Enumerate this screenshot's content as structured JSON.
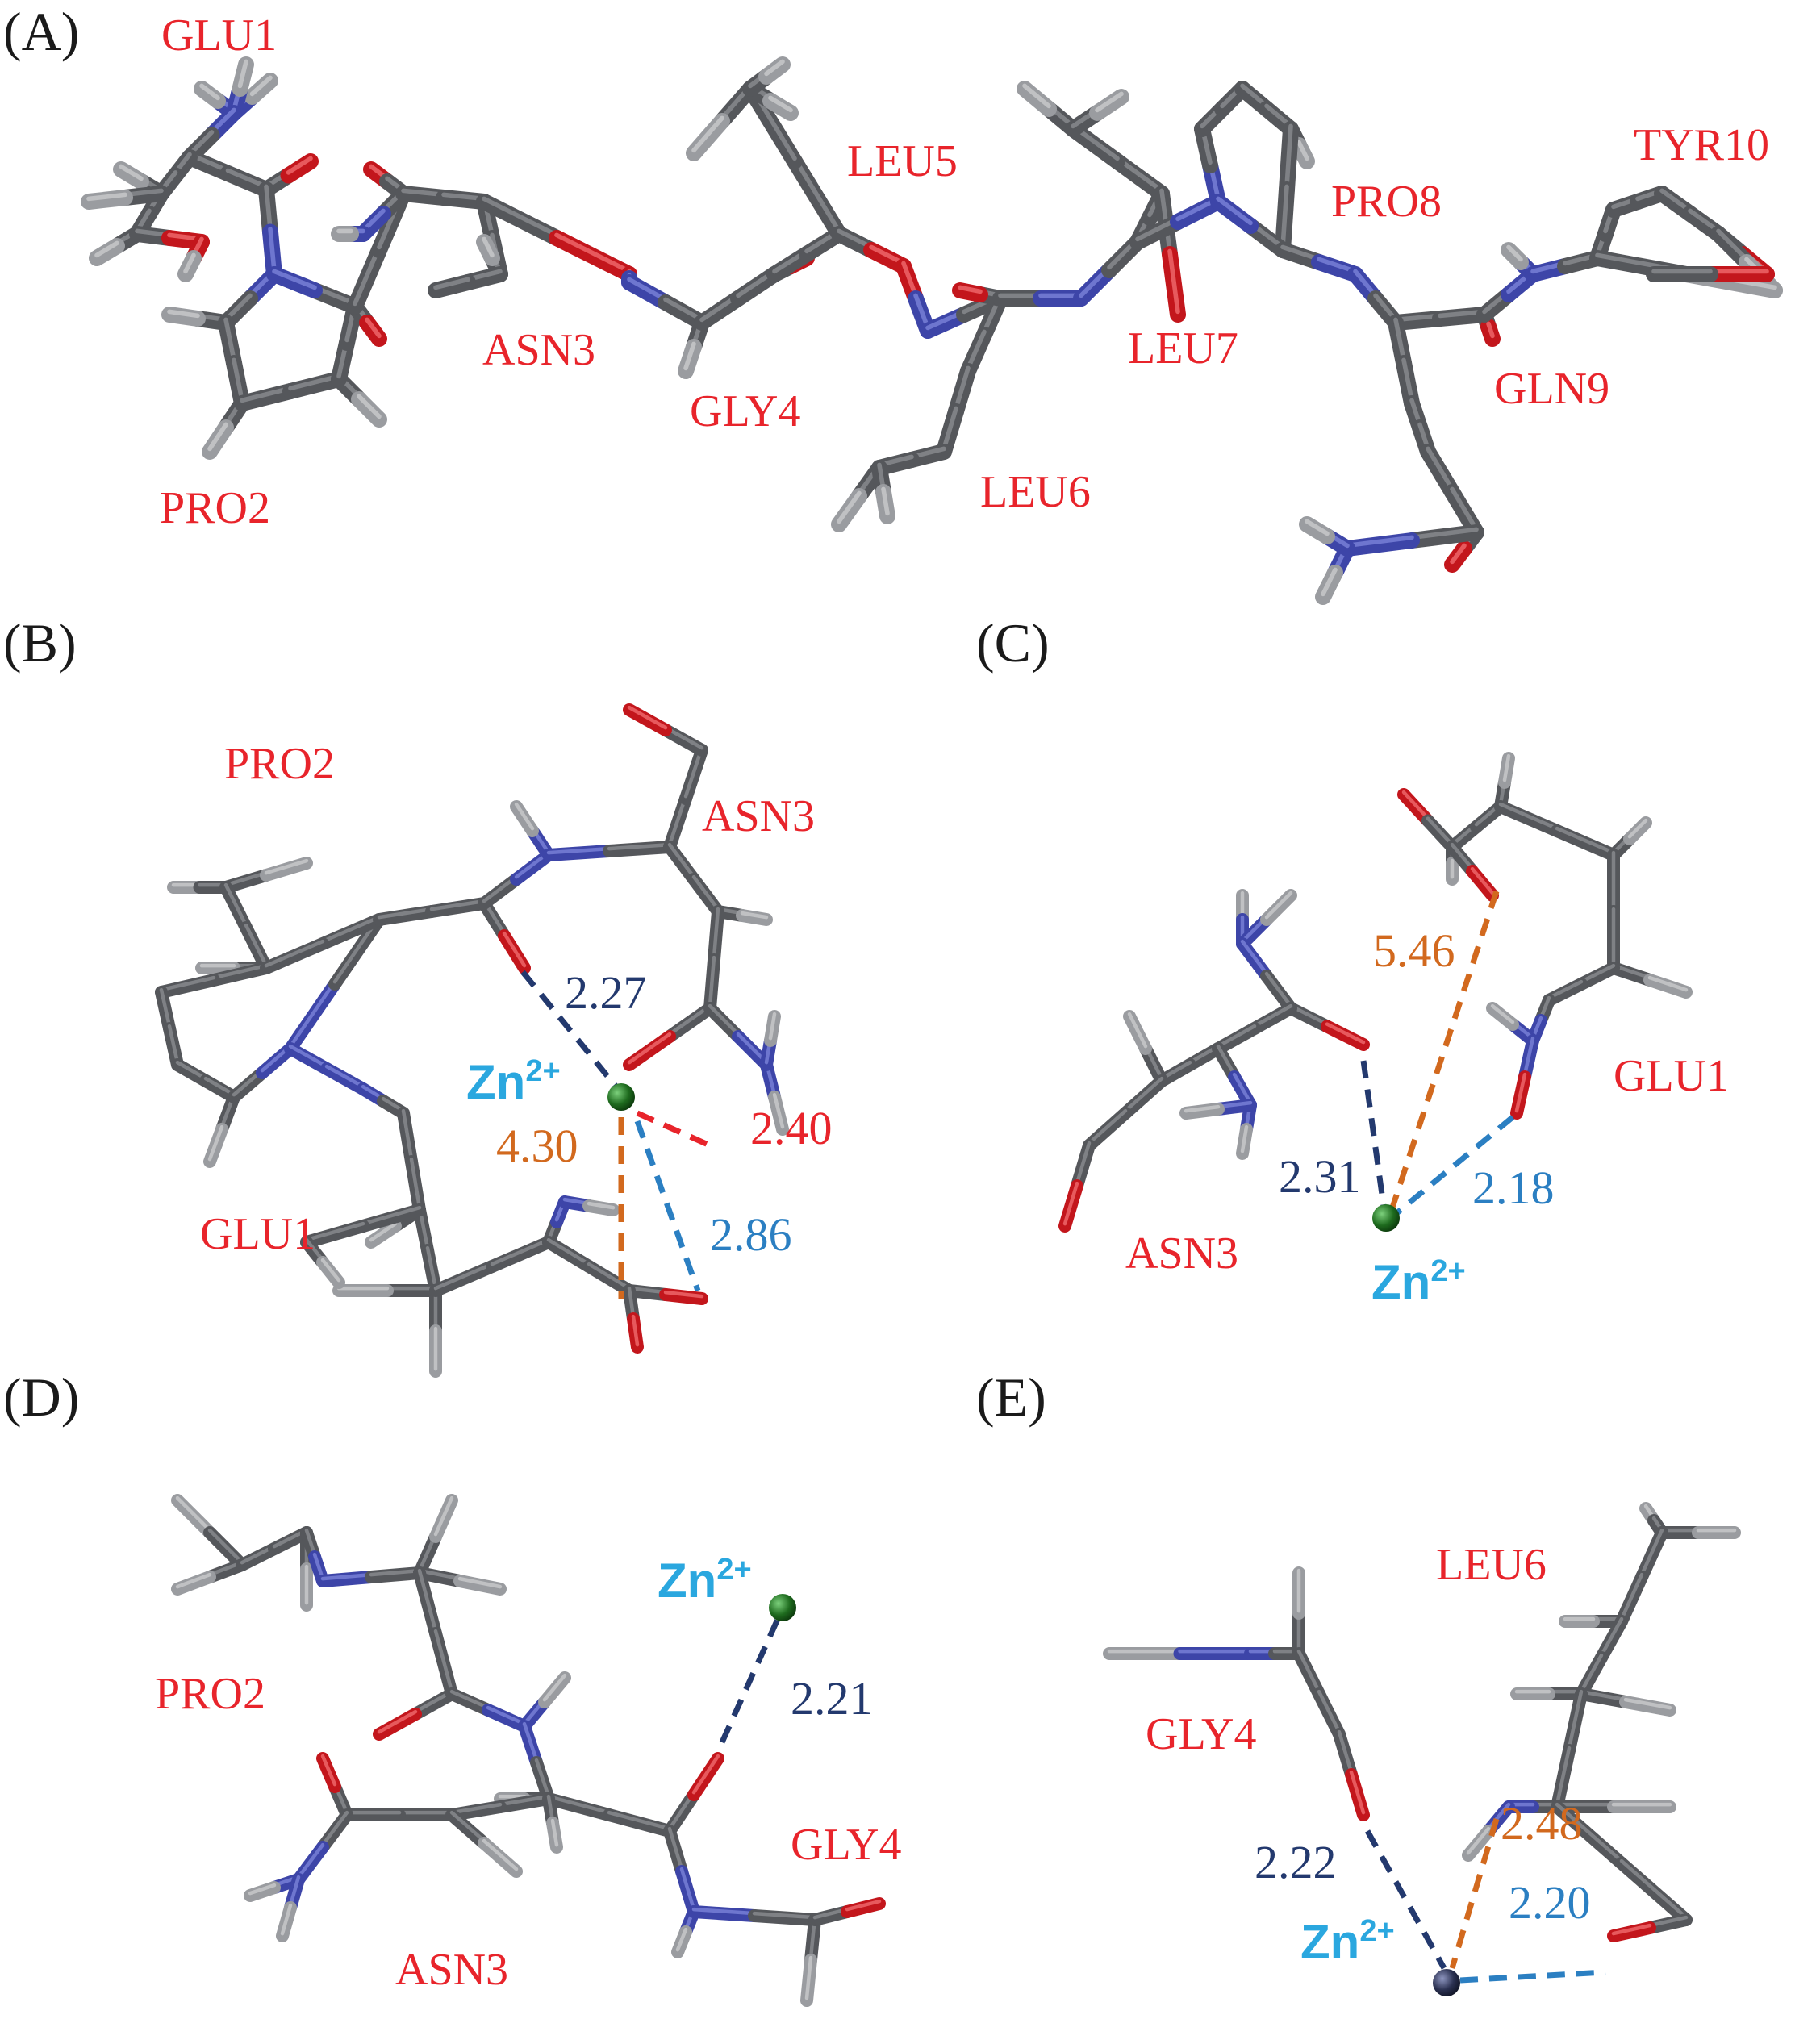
{
  "colors": {
    "carbon": "#55575b",
    "carbon_light": "#8a8c90",
    "hydrogen": "#9a9ca0",
    "hydrogen_light": "#c9cacc",
    "nitrogen": "#3d45a8",
    "oxygen": "#c3161c",
    "zinc_green": "#1e6b1e",
    "zinc_dark": "#2a3050",
    "residue_label": "#e8242b",
    "zn_label": "#2aa7df",
    "dist_darkblue": "#23396e",
    "dist_lightblue": "#2b7fc2",
    "dist_orange": "#d2691e",
    "dist_red": "#e8242b"
  },
  "panels": [
    {
      "id": "A",
      "letter": "(A)",
      "residues": [
        "GLU1",
        "PRO2",
        "ASN3",
        "GLY4",
        "LEU5",
        "LEU6",
        "LEU7",
        "PRO8",
        "GLN9",
        "TYR10"
      ],
      "distances": []
    },
    {
      "id": "B",
      "letter": "(B)",
      "residues": [
        "PRO2",
        "ASN3",
        "GLU1"
      ],
      "ion": "Zn",
      "ion_charge": "2+",
      "distances": [
        "2.27",
        "2.40",
        "4.30",
        "2.86"
      ]
    },
    {
      "id": "C",
      "letter": "(C)",
      "residues": [
        "GLU1",
        "ASN3"
      ],
      "ion": "Zn",
      "ion_charge": "2+",
      "distances": [
        "5.46",
        "2.31",
        "2.18"
      ]
    },
    {
      "id": "D",
      "letter": "(D)",
      "residues": [
        "PRO2",
        "GLY4",
        "ASN3"
      ],
      "ion": "Zn",
      "ion_charge": "2+",
      "distances": [
        "2.21"
      ]
    },
    {
      "id": "E",
      "letter": "(E)",
      "residues": [
        "LEU6",
        "GLY4"
      ],
      "ion": "Zn",
      "ion_charge": "2+",
      "distances": [
        "2.22",
        "2.48",
        "2.20"
      ]
    }
  ]
}
